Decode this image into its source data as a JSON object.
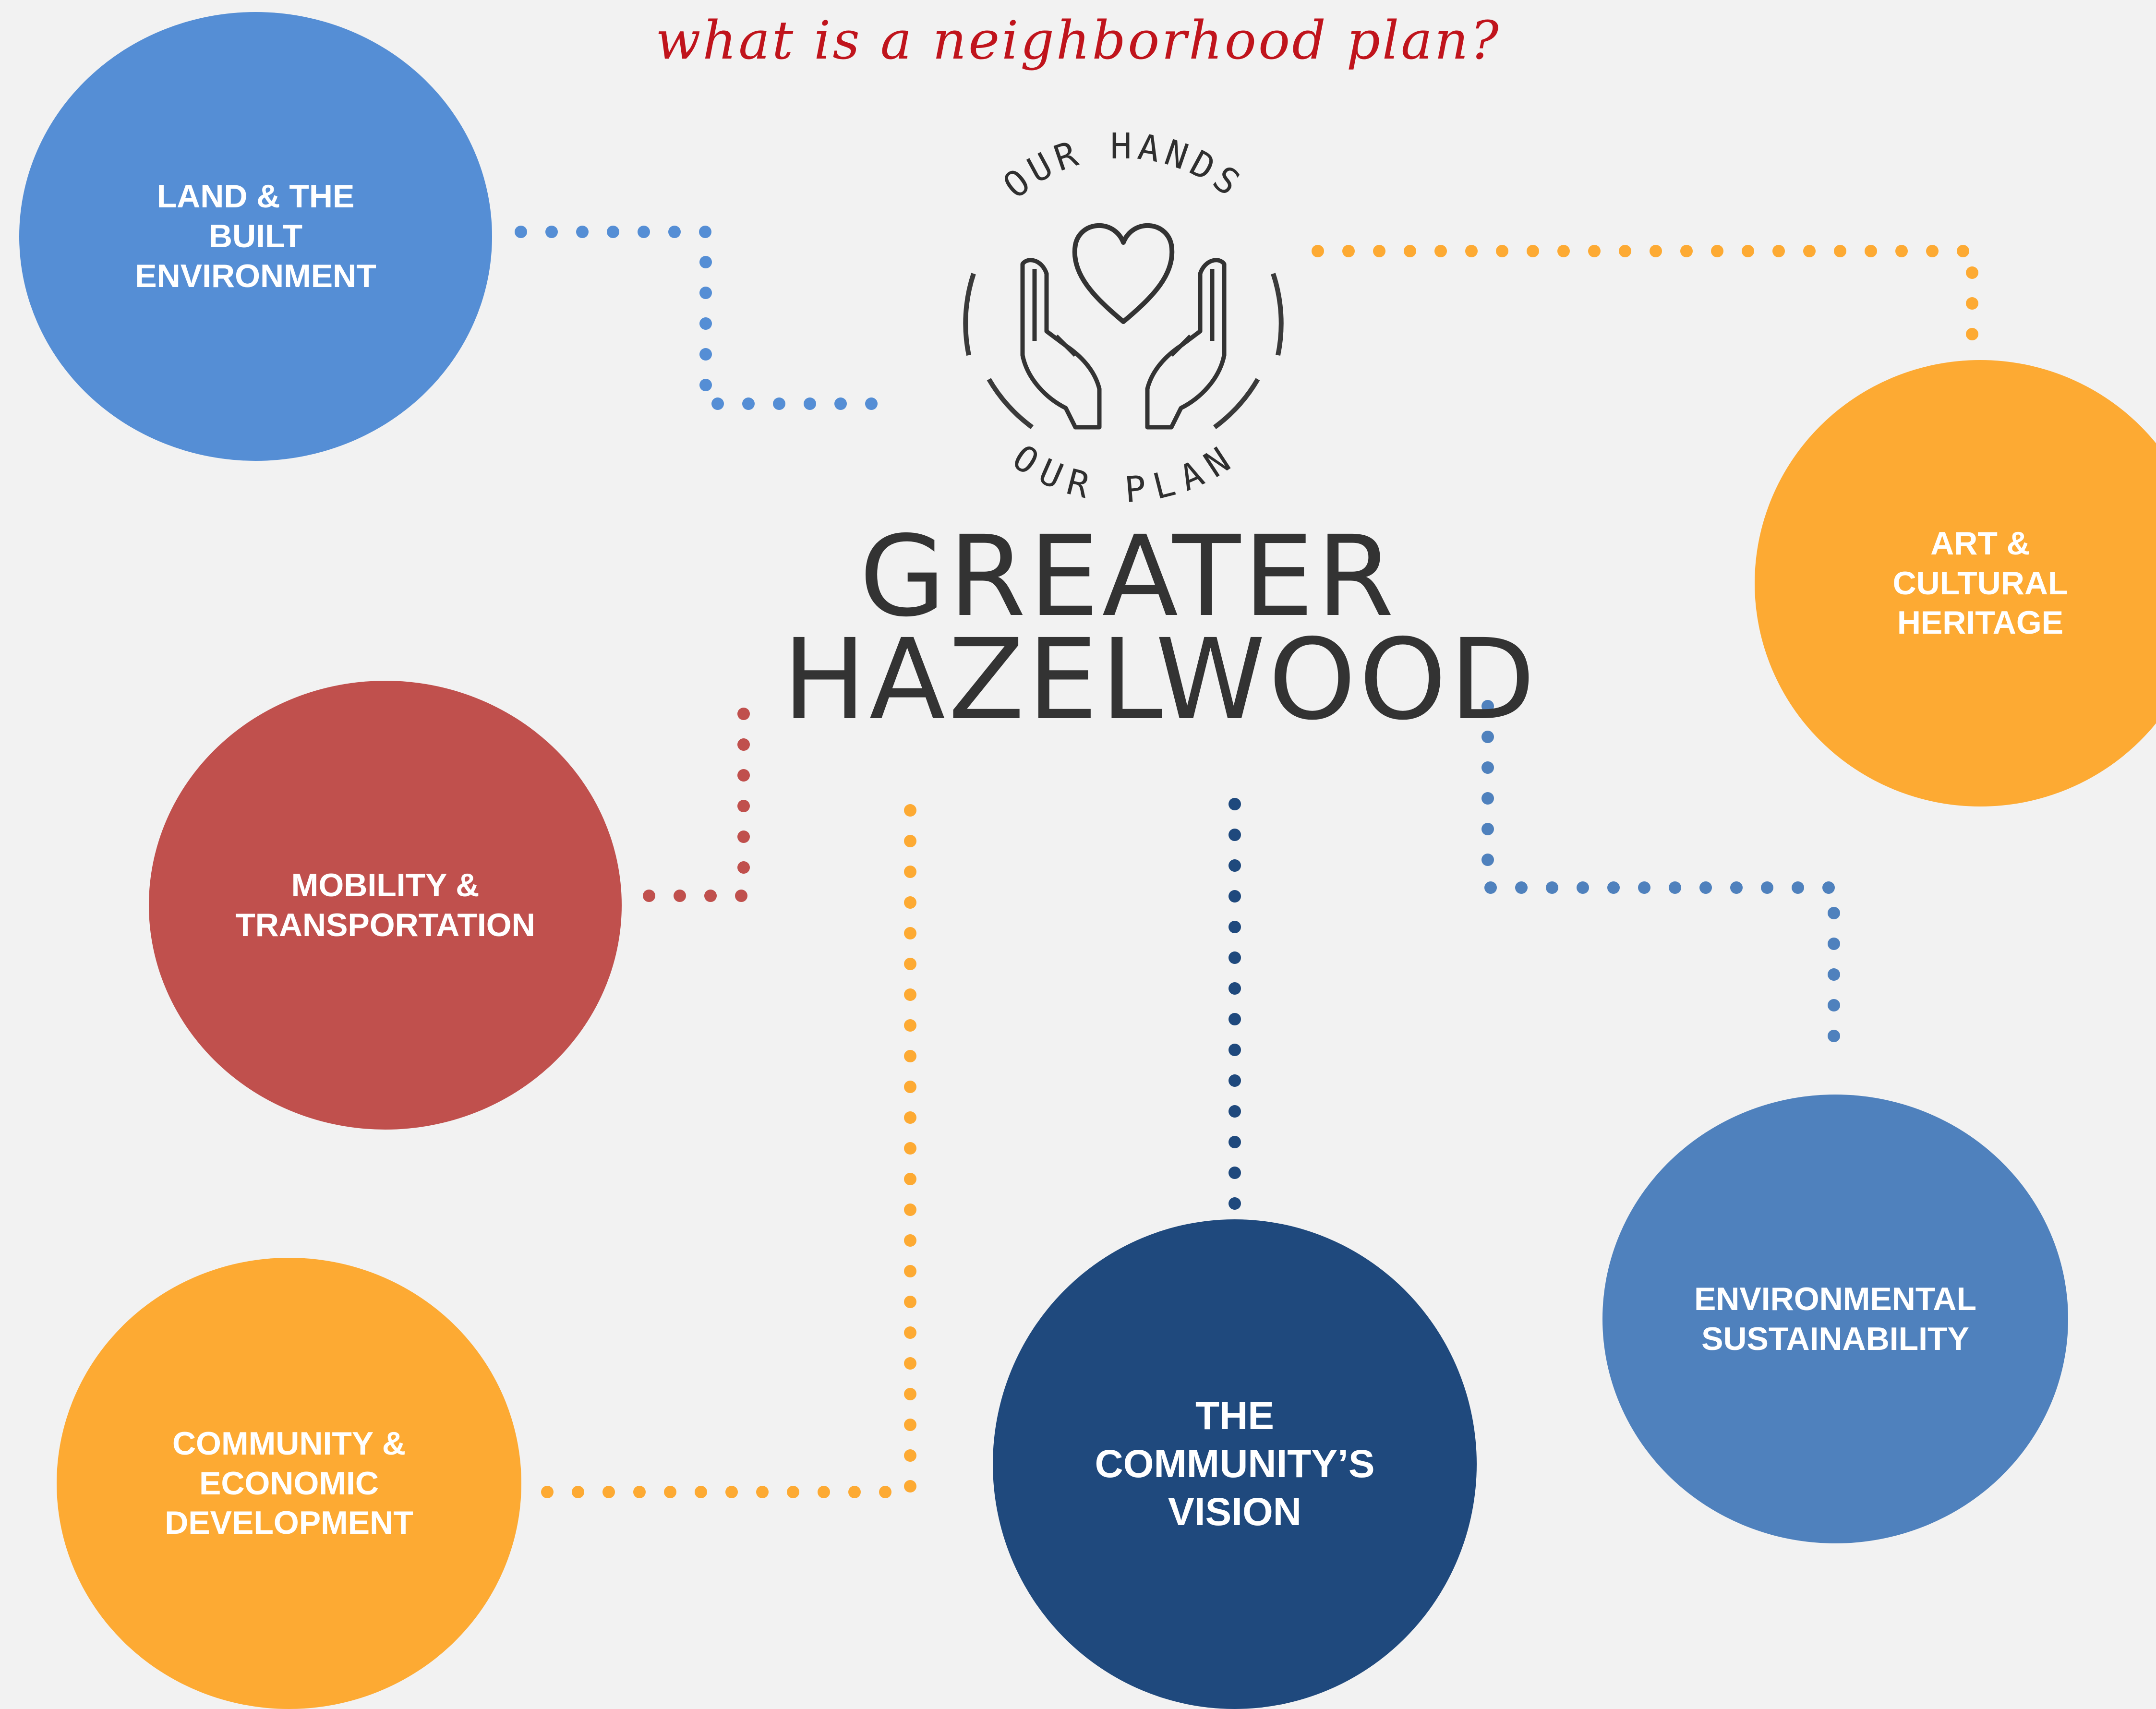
{
  "title": "what is a neighborhood plan?",
  "logo": {
    "arc_top": "OUR HANDS",
    "arc_bottom": "OUR PLAN",
    "line1": "GREATER",
    "line2": "HAZELWOOD"
  },
  "topics": [
    {
      "id": "land",
      "label": "LAND & THE\nBUILT\nENVIRONMENT",
      "color": "#558ed5"
    },
    {
      "id": "art",
      "label": "ART &\nCULTURAL\nHERITAGE",
      "color": "#fdaa33"
    },
    {
      "id": "mobility",
      "label": "MOBILITY &\nTRANSPORTATION",
      "color": "#c0504d"
    },
    {
      "id": "community_econ",
      "label": "COMMUNITY &\nECONOMIC\nDEVELOPMENT",
      "color": "#fdaa33"
    },
    {
      "id": "vision",
      "label": "THE\nCOMMUNITY’S\nVISION",
      "color": "#1f497d"
    },
    {
      "id": "environment",
      "label": "ENVIRONMENTAL\nSUSTAINABILITY",
      "color": "#4f81bd"
    }
  ],
  "connector_colors": {
    "land": "#558ed5",
    "art": "#fdaa33",
    "mobility": "#c0504d",
    "community_econ": "#fdaa33",
    "vision": "#1f497d",
    "environment": "#4f81bd"
  }
}
